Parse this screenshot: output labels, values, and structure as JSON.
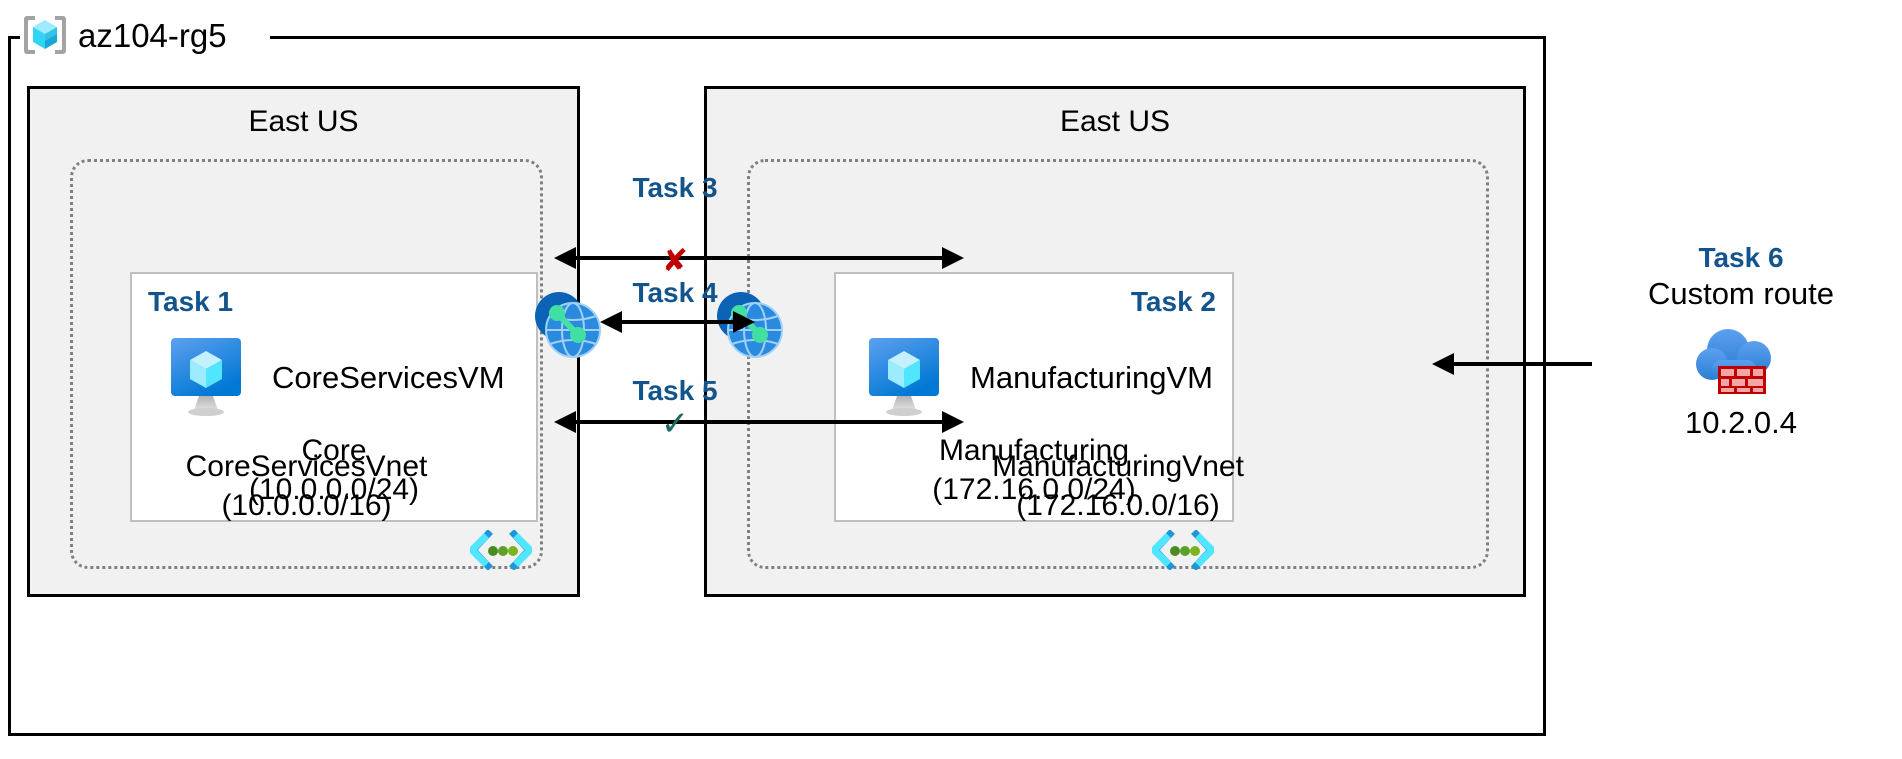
{
  "resource_group": {
    "name": "az104-rg5",
    "icon": "azure-resource-group-icon"
  },
  "regions": [
    {
      "id": "left",
      "label": "East US"
    },
    {
      "id": "right",
      "label": "East US"
    }
  ],
  "vnets": [
    {
      "id": "core",
      "name": "CoreServicesVnet",
      "address_space": "(10.0.0.0/16)",
      "icon": "vnet-peering-icon",
      "subnet_icon": "subnet-icon",
      "subnet": {
        "task_label": "Task 1",
        "vm_name": "CoreServicesVM",
        "vm_icon": "virtual-machine-icon",
        "name": "Core",
        "address_prefix": "(10.0.0.0/24)"
      }
    },
    {
      "id": "manufacturing",
      "name": "ManufacturingVnet",
      "address_space": "(172.16.0.0/16)",
      "icon": "vnet-peering-icon",
      "subnet_icon": "subnet-icon",
      "subnet": {
        "task_label": "Task 2",
        "vm_name": "ManufacturingVM",
        "vm_icon": "virtual-machine-icon",
        "name": "Manufacturing",
        "address_prefix": "(172.16.0.0/24)"
      }
    }
  ],
  "connections": [
    {
      "id": "task3",
      "label": "Task 3",
      "mark": "✘",
      "mark_kind": "cross",
      "direction": "bidirectional"
    },
    {
      "id": "task4",
      "label": "Task 4",
      "mark": "",
      "mark_kind": "none",
      "direction": "bidirectional"
    },
    {
      "id": "task5",
      "label": "Task 5",
      "mark": "✓",
      "mark_kind": "check",
      "direction": "bidirectional"
    }
  ],
  "task6": {
    "title": "Task 6",
    "subtitle": "Custom route",
    "ip": "10.2.0.4",
    "icon": "azure-firewall-icon",
    "arrow": "arrow-left"
  },
  "colors": {
    "task_blue": "#13548c",
    "cross_red": "#c00000",
    "check_green": "#1f6b5e",
    "region_fill": "#f1f1f1",
    "vnet_border": "#808080",
    "subnet_border": "#bfbfbf",
    "azure_blue": "#0078d4",
    "cube_cyan": "#50e6ff"
  }
}
